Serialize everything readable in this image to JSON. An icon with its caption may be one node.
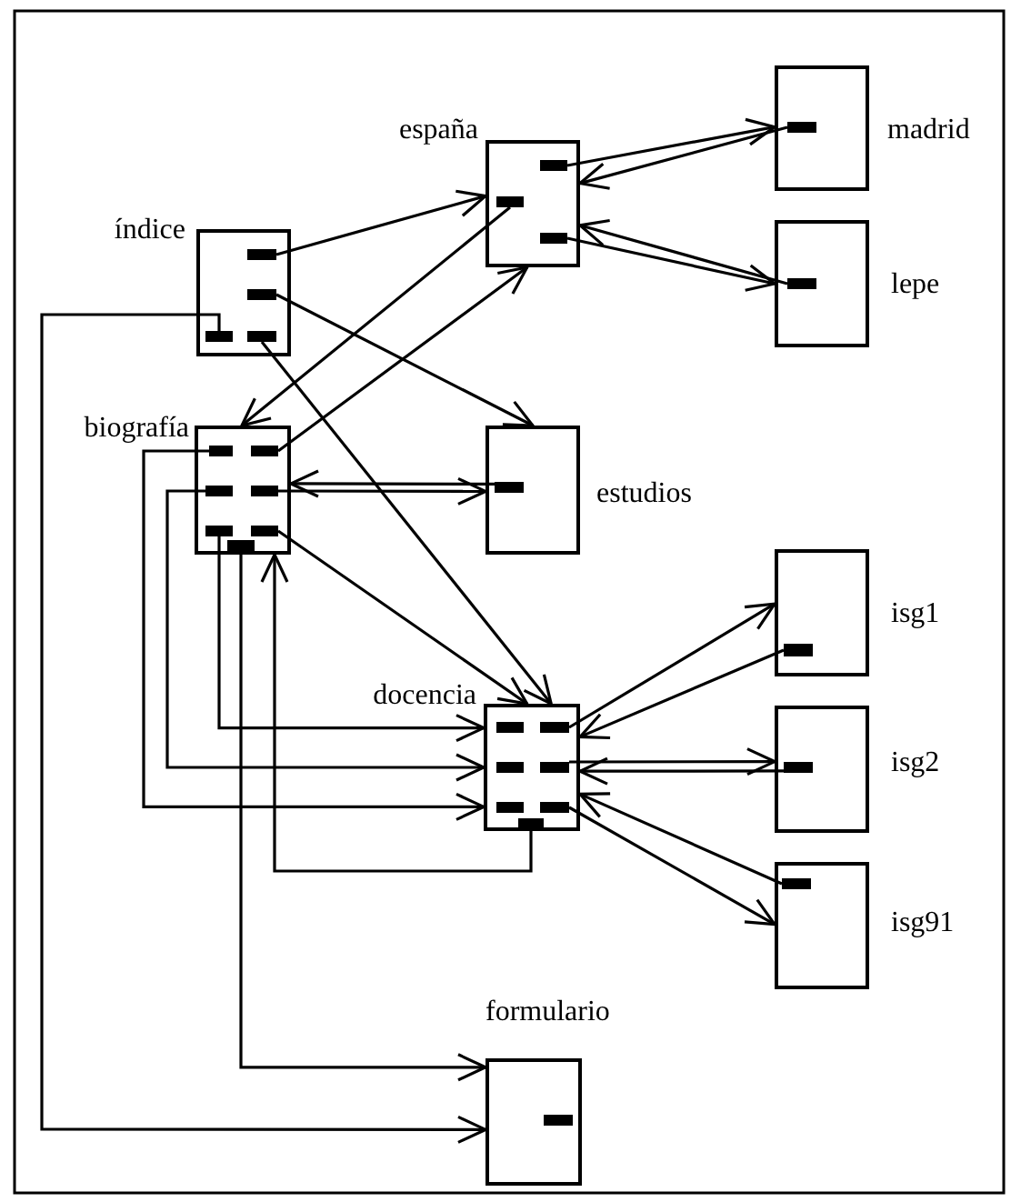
{
  "diagram": {
    "nodes": [
      {
        "text": [
          "españa"
        ]
      },
      {
        "text": [],
        "shape": "bar",
        "in": 0
      },
      {
        "text": [],
        "shape": "bar",
        "in": 0
      },
      {
        "text": [],
        "shape": "bar",
        "in": 0
      },
      {
        "text": [
          "madrid"
        ]
      },
      {
        "text": [],
        "shape": "bar",
        "in": 4
      },
      {
        "text": [
          "índice"
        ]
      },
      {
        "text": [],
        "shape": "bar",
        "in": 6
      },
      {
        "text": [],
        "shape": "bar",
        "in": 6
      },
      {
        "text": [],
        "shape": "bar",
        "in": 6
      },
      {
        "text": [],
        "shape": "bar",
        "in": 6
      },
      {
        "text": [
          "lepe"
        ]
      },
      {
        "text": [],
        "shape": "bar",
        "in": 11
      },
      {
        "text": [
          "biografía"
        ]
      },
      {
        "text": [],
        "shape": "bar",
        "in": 13
      },
      {
        "text": [],
        "shape": "bar",
        "in": 13
      },
      {
        "text": [],
        "shape": "bar",
        "in": 13
      },
      {
        "text": [],
        "shape": "bar",
        "in": 13
      },
      {
        "text": [],
        "shape": "bar",
        "in": 13
      },
      {
        "text": [],
        "shape": "bar",
        "in": 13
      },
      {
        "text": [],
        "shape": "bar",
        "in": 13
      },
      {
        "text": [
          "estudios"
        ]
      },
      {
        "text": [],
        "shape": "bar",
        "in": 21
      },
      {
        "text": [
          "isg1"
        ]
      },
      {
        "text": [],
        "shape": "bar",
        "in": 23
      },
      {
        "text": [
          "docencia"
        ]
      },
      {
        "text": [],
        "shape": "bar",
        "in": 25
      },
      {
        "text": [],
        "shape": "bar",
        "in": 25
      },
      {
        "text": [],
        "shape": "bar",
        "in": 25
      },
      {
        "text": [],
        "shape": "bar",
        "in": 25
      },
      {
        "text": [],
        "shape": "bar",
        "in": 25
      },
      {
        "text": [],
        "shape": "bar",
        "in": 25
      },
      {
        "text": [],
        "shape": "bar",
        "in": 25
      },
      {
        "text": [
          "isg2"
        ]
      },
      {
        "text": [],
        "shape": "bar",
        "in": 33
      },
      {
        "text": [
          "isg91"
        ]
      },
      {
        "text": [],
        "shape": "bar",
        "in": 35
      },
      {
        "text": [
          "formulario"
        ]
      },
      {
        "text": [],
        "shape": "bar",
        "in": 37
      }
    ],
    "edges": [
      {
        "from": 7,
        "to": 0,
        "arrow": "to"
      },
      {
        "from": 8,
        "to": 21,
        "arrow": "to"
      },
      {
        "from": 10,
        "to": 25,
        "arrow": "to"
      },
      {
        "from": 9,
        "to": 37,
        "arrow": "to"
      },
      {
        "from": 1,
        "to": 4,
        "arrow": "to"
      },
      {
        "from": 5,
        "to": 0,
        "arrow": "to"
      },
      {
        "from": 3,
        "to": 11,
        "arrow": "to"
      },
      {
        "from": 12,
        "to": 0,
        "arrow": "to"
      },
      {
        "from": 2,
        "to": 13,
        "arrow": "to"
      },
      {
        "from": 15,
        "to": 0,
        "arrow": "to"
      },
      {
        "from": 17,
        "to": 21,
        "arrow": "to"
      },
      {
        "from": 22,
        "to": 13,
        "arrow": "to"
      },
      {
        "from": 19,
        "to": 25,
        "arrow": "to"
      },
      {
        "from": 14,
        "to": 25,
        "arrow": "to"
      },
      {
        "from": 16,
        "to": 25,
        "arrow": "to"
      },
      {
        "from": 18,
        "to": 25,
        "arrow": "to"
      },
      {
        "from": 32,
        "to": 13,
        "arrow": "to"
      },
      {
        "from": 20,
        "to": 37,
        "arrow": "to"
      },
      {
        "from": 27,
        "to": 23,
        "arrow": "to"
      },
      {
        "from": 24,
        "to": 25,
        "arrow": "to"
      },
      {
        "from": 29,
        "to": 33,
        "arrow": "to"
      },
      {
        "from": 34,
        "to": 25,
        "arrow": "to"
      },
      {
        "from": 31,
        "to": 35,
        "arrow": "to"
      },
      {
        "from": 36,
        "to": 25,
        "arrow": "to"
      }
    ]
  }
}
